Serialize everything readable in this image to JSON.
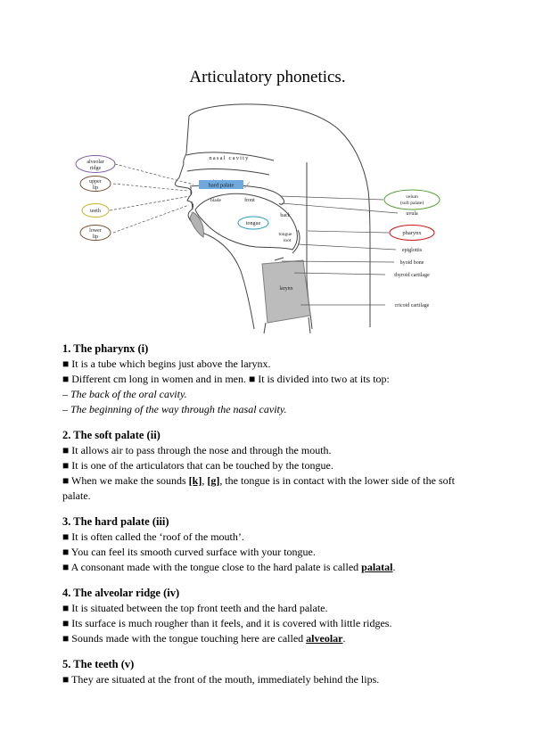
{
  "page": {
    "title": "Articulatory phonetics."
  },
  "diagram": {
    "hard_palate_highlight": "#6fa8dc",
    "tongue_ellipse_color": "#2a9db5",
    "left_labels": [
      {
        "line1": "alveolar",
        "line2": "ridge",
        "color": "#7b5ba6"
      },
      {
        "line1": "upper",
        "line2": "lip",
        "color": "#7a5230"
      },
      {
        "line1": "teeth",
        "line2": "",
        "color": "#c9b227"
      },
      {
        "line1": "lower",
        "line2": "lip",
        "color": "#7a5230"
      }
    ],
    "center_labels": {
      "nasal_cavity": "nasal cavity",
      "hard_palate": "hard palate",
      "blade": "blade",
      "front": "front",
      "back": "back",
      "tongue_root_1": "tongue",
      "tongue_root_2": "root",
      "tongue": "tongue",
      "larynx": "larynx"
    },
    "right_labels": [
      {
        "line1": "velum",
        "line2": "(soft palate)",
        "color": "#5a9e3c"
      },
      {
        "text": "uvula"
      },
      {
        "text": "pharynx",
        "color": "#d01818"
      },
      {
        "text": "epiglottis"
      },
      {
        "text": "hyoid bone"
      },
      {
        "text": "thyroid cartilage"
      },
      {
        "text": "cricoid cartilage"
      }
    ]
  },
  "sections": [
    {
      "heading": "1. The pharynx (i)",
      "lines": [
        {
          "runs": [
            {
              "t": "■ It is a tube which begins just above the larynx."
            }
          ]
        },
        {
          "runs": [
            {
              "t": "■ Different cm long in women and in men. ■ It is divided into two at its top:"
            }
          ]
        },
        {
          "runs": [
            {
              "t": "– The back of the oral cavity.",
              "s": "italic"
            }
          ]
        },
        {
          "runs": [
            {
              "t": "– The beginning of the way through the nasal cavity.",
              "s": "italic"
            }
          ]
        }
      ]
    },
    {
      "heading": "2. The soft palate (ii)",
      "lines": [
        {
          "runs": [
            {
              "t": "■ It allows air to pass through the nose and through the mouth."
            }
          ]
        },
        {
          "runs": [
            {
              "t": "■ It is one of the articulators that can be touched by the tongue."
            }
          ]
        },
        {
          "runs": [
            {
              "t": "■ When we make the sounds "
            },
            {
              "t": "[k]",
              "s": "bold-underline"
            },
            {
              "t": ", "
            },
            {
              "t": "[g]",
              "s": "bold-underline"
            },
            {
              "t": ", the tongue is in contact with the lower side of the soft palate."
            }
          ]
        }
      ]
    },
    {
      "heading": "3. The hard palate (iii)",
      "lines": [
        {
          "runs": [
            {
              "t": "■ It is often called the ‘roof of the mouth’."
            }
          ]
        },
        {
          "runs": [
            {
              "t": "■ You can feel its smooth curved surface with your tongue."
            }
          ]
        },
        {
          "runs": [
            {
              "t": "■ A consonant made with the tongue close to the hard palate is called "
            },
            {
              "t": "palatal",
              "s": "bold-underline"
            },
            {
              "t": "."
            }
          ]
        }
      ]
    },
    {
      "heading": "4. The alveolar ridge (iv)",
      "lines": [
        {
          "runs": [
            {
              "t": "■ It is situated between the top front teeth and the hard palate."
            }
          ]
        },
        {
          "runs": [
            {
              "t": "■ Its surface is much rougher than it feels, and it is covered with little ridges."
            }
          ]
        },
        {
          "runs": [
            {
              "t": "■ Sounds made with the tongue touching here are called "
            },
            {
              "t": "alveolar",
              "s": "bold-underline"
            },
            {
              "t": "."
            }
          ]
        }
      ]
    },
    {
      "heading": "5. The teeth (v)",
      "lines": [
        {
          "runs": [
            {
              "t": "■ They are situated at the front of the mouth, immediately behind the lips."
            }
          ]
        }
      ]
    }
  ]
}
